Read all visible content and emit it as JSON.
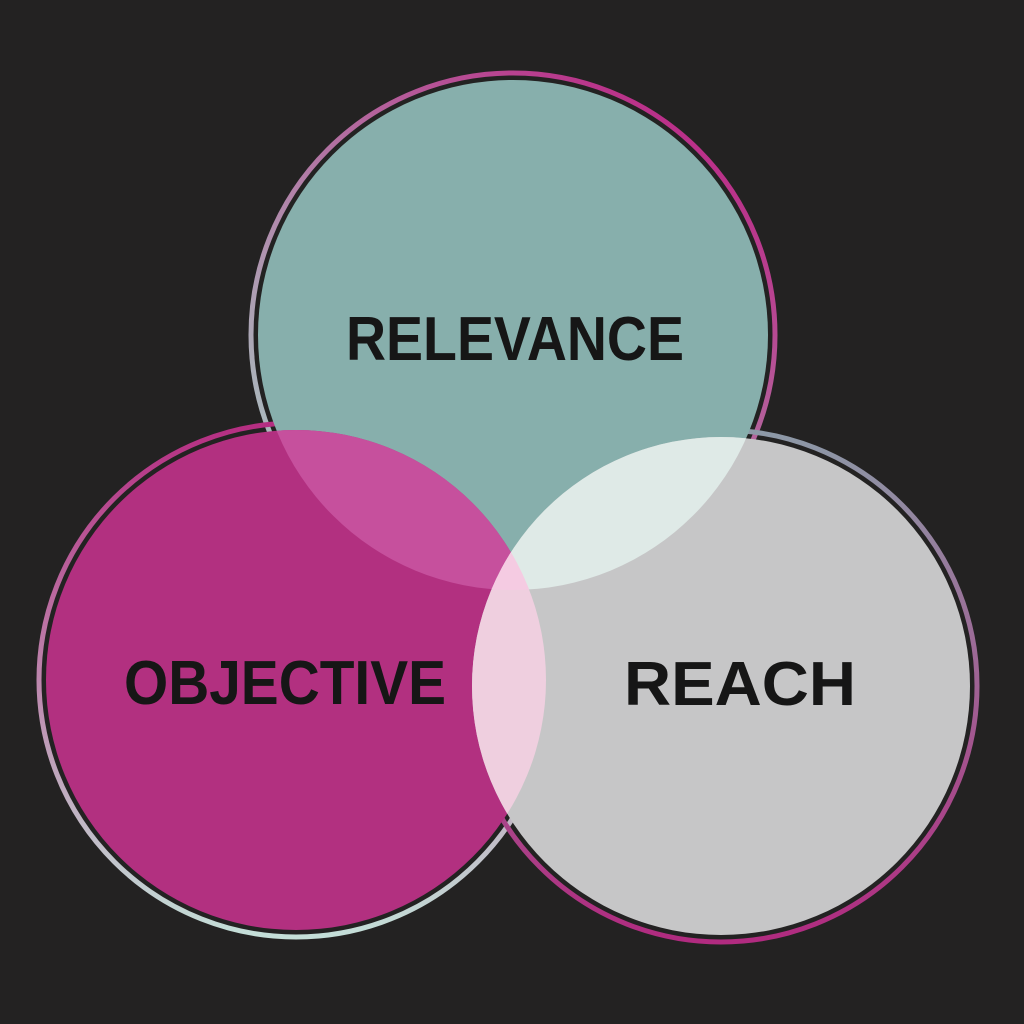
{
  "background": "#232222",
  "venn": {
    "circles": [
      {
        "id": "relevance",
        "label": "RELEVANCE",
        "fill": "#87afac"
      },
      {
        "id": "objective",
        "label": "OBJECTIVE",
        "fill": "#b23080"
      },
      {
        "id": "reach",
        "label": "REACH",
        "fill": "#c6c6c7"
      }
    ],
    "overlaps": {
      "relevance_objective": "#c6509d",
      "relevance_reach": "#dfeae7",
      "objective_reach": "#efcfdf",
      "center": "#f5cbe2"
    },
    "rings": {
      "relevance": {
        "from": "#a9c6c2",
        "to": "#bb2585"
      },
      "objective": {
        "from": "#b52e82",
        "to": "#c4ded8"
      },
      "reach": {
        "from": "#8d99a7",
        "to": "#b12b80"
      }
    },
    "label_color": "#161616"
  }
}
